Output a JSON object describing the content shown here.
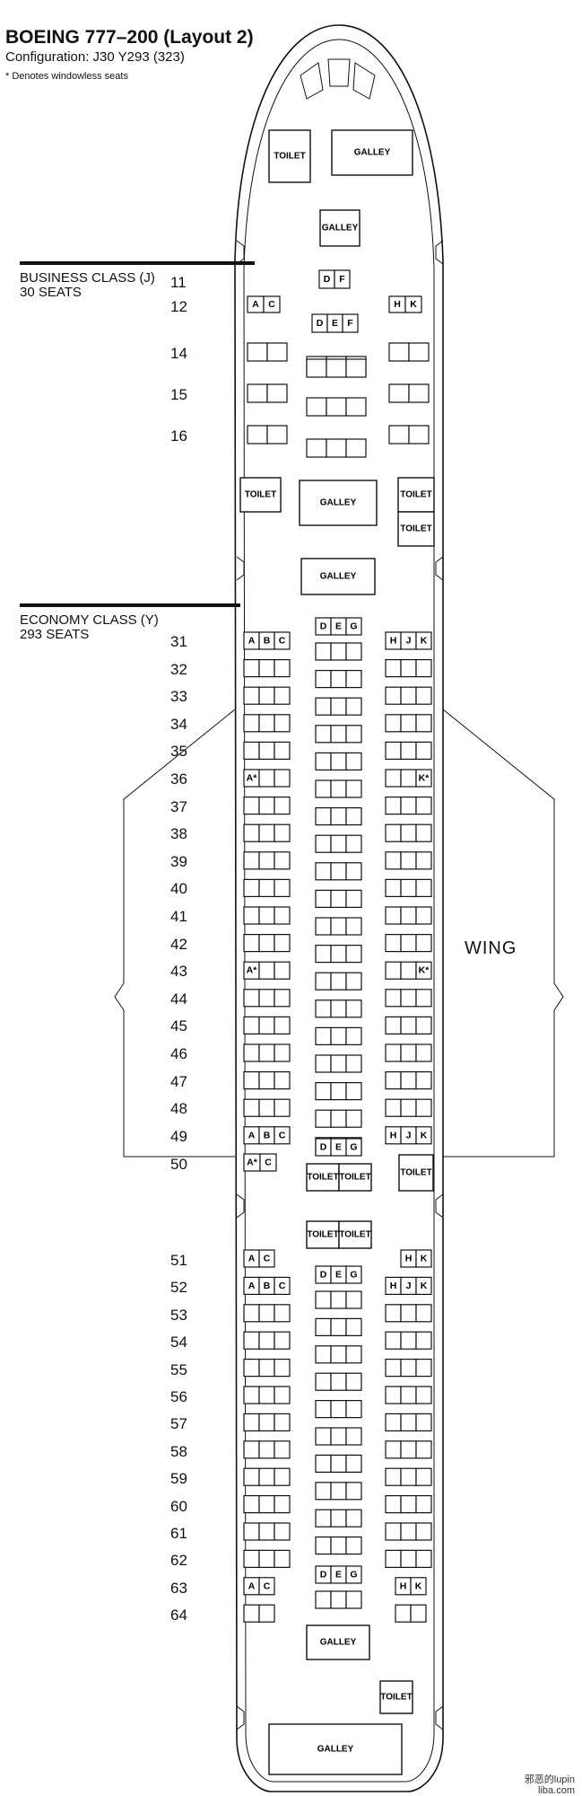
{
  "header": {
    "title": "BOEING 777–200 (Layout 2)",
    "configuration": "Configuration:  J30  Y293  (323)",
    "note": "* Denotes windowless seats"
  },
  "classes": {
    "business": {
      "line1": "BUSINESS CLASS (J)",
      "line2": "30 SEATS"
    },
    "economy": {
      "line1": "ECONOMY CLASS (Y)",
      "line2": "293 SEATS"
    }
  },
  "rows": [
    "11",
    "12",
    "14",
    "15",
    "16",
    "31",
    "32",
    "33",
    "34",
    "35",
    "36",
    "37",
    "38",
    "39",
    "40",
    "41",
    "42",
    "43",
    "44",
    "45",
    "46",
    "47",
    "48",
    "49",
    "50",
    "51",
    "52",
    "53",
    "54",
    "55",
    "56",
    "57",
    "58",
    "59",
    "60",
    "61",
    "62",
    "63",
    "64"
  ],
  "labels": {
    "galley": "GALLEY",
    "toilet": "TOILET",
    "wing": "WING"
  },
  "seat_letters": {
    "business_row11": [
      "D",
      "F"
    ],
    "business_row12_left": [
      "A",
      "C"
    ],
    "business_row12_center": [
      "D",
      "E",
      "F"
    ],
    "business_row12_right": [
      "H",
      "K"
    ],
    "economy_left": [
      "A",
      "B",
      "C"
    ],
    "economy_center": [
      "D",
      "E",
      "G"
    ],
    "economy_right": [
      "H",
      "J",
      "K"
    ],
    "windowless_left": "A*",
    "windowless_right": "K*",
    "row50_left": [
      "A*",
      "C"
    ],
    "row51_left": [
      "A",
      "C"
    ],
    "row51_right": [
      "H",
      "K"
    ],
    "row63_left": [
      "A",
      "C"
    ],
    "row63_right": [
      "H",
      "K"
    ]
  },
  "watermark": "邪恶的lupin\nliba.com"
}
